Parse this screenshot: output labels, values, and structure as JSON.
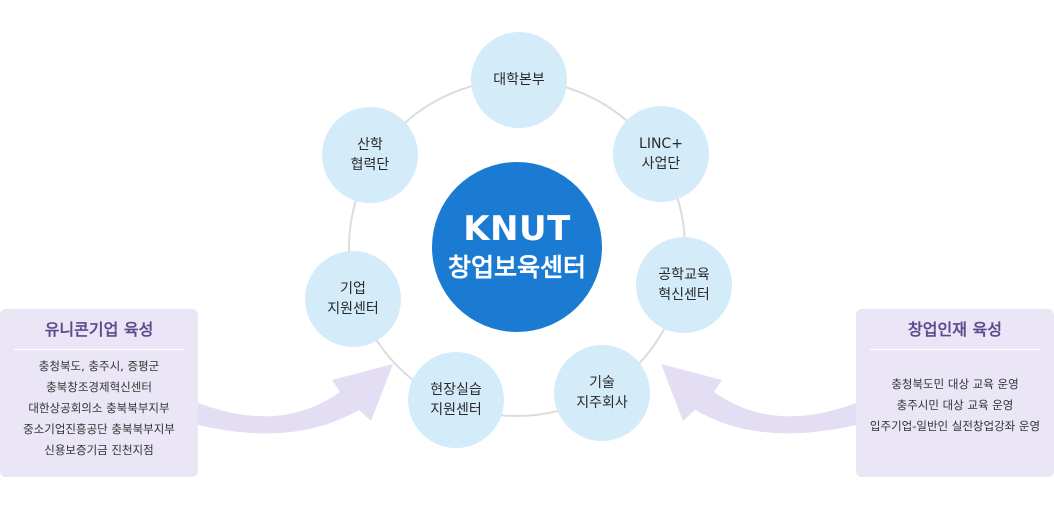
{
  "center": {
    "line1": "KNUT",
    "line2": "창업보육센터"
  },
  "nodes": [
    {
      "lines": [
        "대학본부"
      ]
    },
    {
      "lines": [
        "LINC+",
        "사업단"
      ]
    },
    {
      "lines": [
        "공학교육",
        "혁신센터"
      ]
    },
    {
      "lines": [
        "기술",
        "지주회사"
      ]
    },
    {
      "lines": [
        "현장실습",
        "지원센터"
      ]
    },
    {
      "lines": [
        "기업",
        "지원센터"
      ]
    },
    {
      "lines": [
        "산학",
        "협력단"
      ]
    }
  ],
  "left_panel": {
    "title": "유니콘기업 육성",
    "items": [
      "충청북도, 충주시, 증평군",
      "충북창조경제혁신센터",
      "대한상공회의소 충북북부지부",
      "중소기업진흥공단 충북북부지부",
      "신용보증기금 진천지점"
    ]
  },
  "right_panel": {
    "title": "창업인재 육성",
    "items": [
      "충청북도민 대상 교육 운영",
      "충주시민 대상 교육 운영",
      "입주기업-일반인 실전창업강좌 운영"
    ]
  },
  "colors": {
    "center": "#1b7bd3",
    "node": "#d4ebfa",
    "ring": "#dcdcdc",
    "panel": "#eae6f6",
    "panel_title": "#5a4d8f",
    "arrow": "#e4def4"
  }
}
